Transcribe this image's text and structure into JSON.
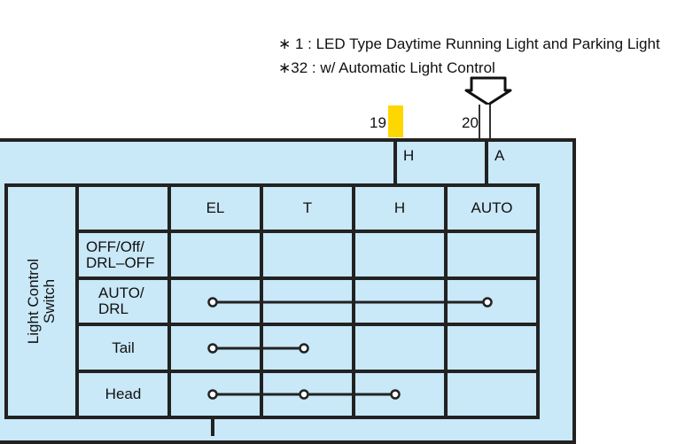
{
  "notes": [
    "∗ 1 : LED Type Daytime Running Light and Parking Light",
    "∗32 : w/ Automatic Light Control"
  ],
  "pins": [
    {
      "number": "19",
      "letter": "H",
      "highlight": "#ffd700"
    },
    {
      "number": "20",
      "letter": "A"
    }
  ],
  "switch": {
    "title_line1": "Light Control",
    "title_line2": "Switch",
    "columns": [
      "EL",
      "T",
      "H",
      "AUTO"
    ],
    "rows": [
      {
        "label_line1": "OFF/Off/",
        "label_line2": "DRL–OFF",
        "connects": []
      },
      {
        "label_line1": "AUTO/",
        "label_line2": "DRL",
        "connects": [
          "EL",
          "AUTO"
        ]
      },
      {
        "label_line1": "Tail",
        "label_line2": "",
        "connects": [
          "EL",
          "T"
        ]
      },
      {
        "label_line1": "Head",
        "label_line2": "",
        "connects": [
          "EL",
          "T",
          "H"
        ]
      }
    ]
  },
  "colors": {
    "panel": "#c9e8f8",
    "line": "#222222",
    "highlight": "#ffd700"
  }
}
